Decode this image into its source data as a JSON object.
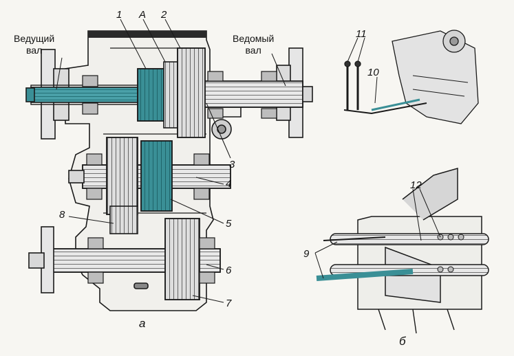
{
  "labels": {
    "drive_shaft": "Ведущий\nвал",
    "driven_shaft": "Ведомый\nвал",
    "n1": "1",
    "nA": "А",
    "n2": "2",
    "n3": "3",
    "n4": "4",
    "n5": "5",
    "n6": "6",
    "n7": "7",
    "n8": "8",
    "n9": "9",
    "n10": "10",
    "n11": "11",
    "n12": "12"
  },
  "captions": {
    "a": "а",
    "b": "б"
  },
  "colors": {
    "accent": "#3a8f96",
    "line": "#1a1a1a",
    "shade": "#cfcfcf",
    "paper": "#f7f6f2"
  }
}
